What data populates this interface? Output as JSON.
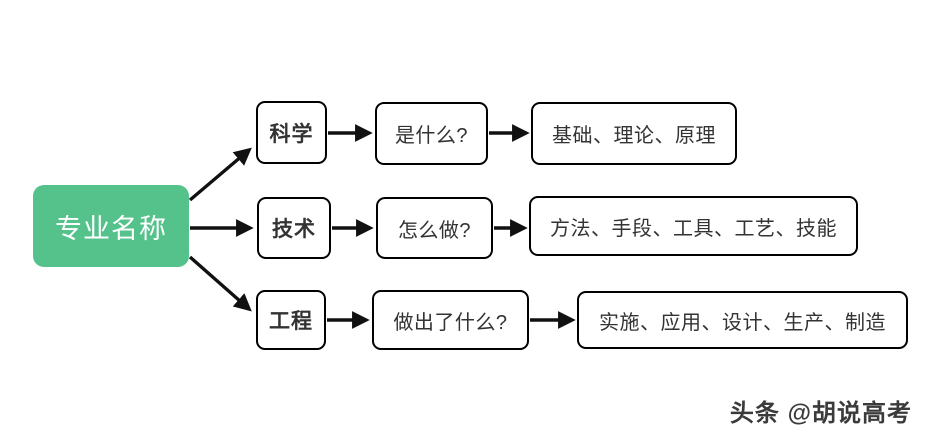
{
  "diagram": {
    "type": "flowchart",
    "direction": "left-to-right",
    "root": {
      "label": "专业名称",
      "color": "#55c28c",
      "text_color": "#ffffff"
    },
    "branches": [
      {
        "category": "科学",
        "question": "是什么?",
        "answer": "基础、理论、原理"
      },
      {
        "category": "技术",
        "question": "怎么做?",
        "answer": "方法、手段、工具、工艺、技能"
      },
      {
        "category": "工程",
        "question": "做出了什么?",
        "answer": "实施、应用、设计、生产、制造"
      }
    ],
    "arrow_color": "#111111",
    "node_border_color": "#000000",
    "node_text_color": "#333333"
  },
  "watermark": {
    "text": "头条 @胡说高考"
  }
}
